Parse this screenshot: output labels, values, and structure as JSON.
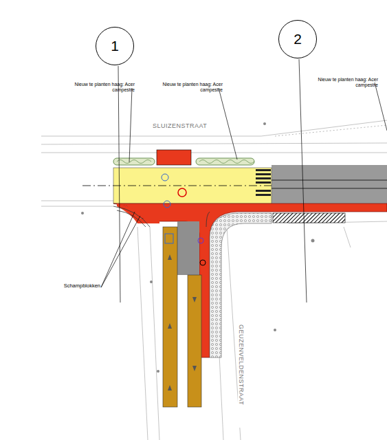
{
  "diagram": {
    "nodes": [
      {
        "text": [
          "1"
        ]
      },
      {
        "text": [
          "2"
        ]
      }
    ],
    "labels": [
      "Nieuw te planten haag: Acer campestre",
      "Nieuw te planten haag: Acer campestre",
      "Nieuw te planten haag: Acer campestre",
      "SLUIZENSTRAAT",
      "Schampblokken",
      "GEUZENVELDENSTRAAT"
    ]
  }
}
